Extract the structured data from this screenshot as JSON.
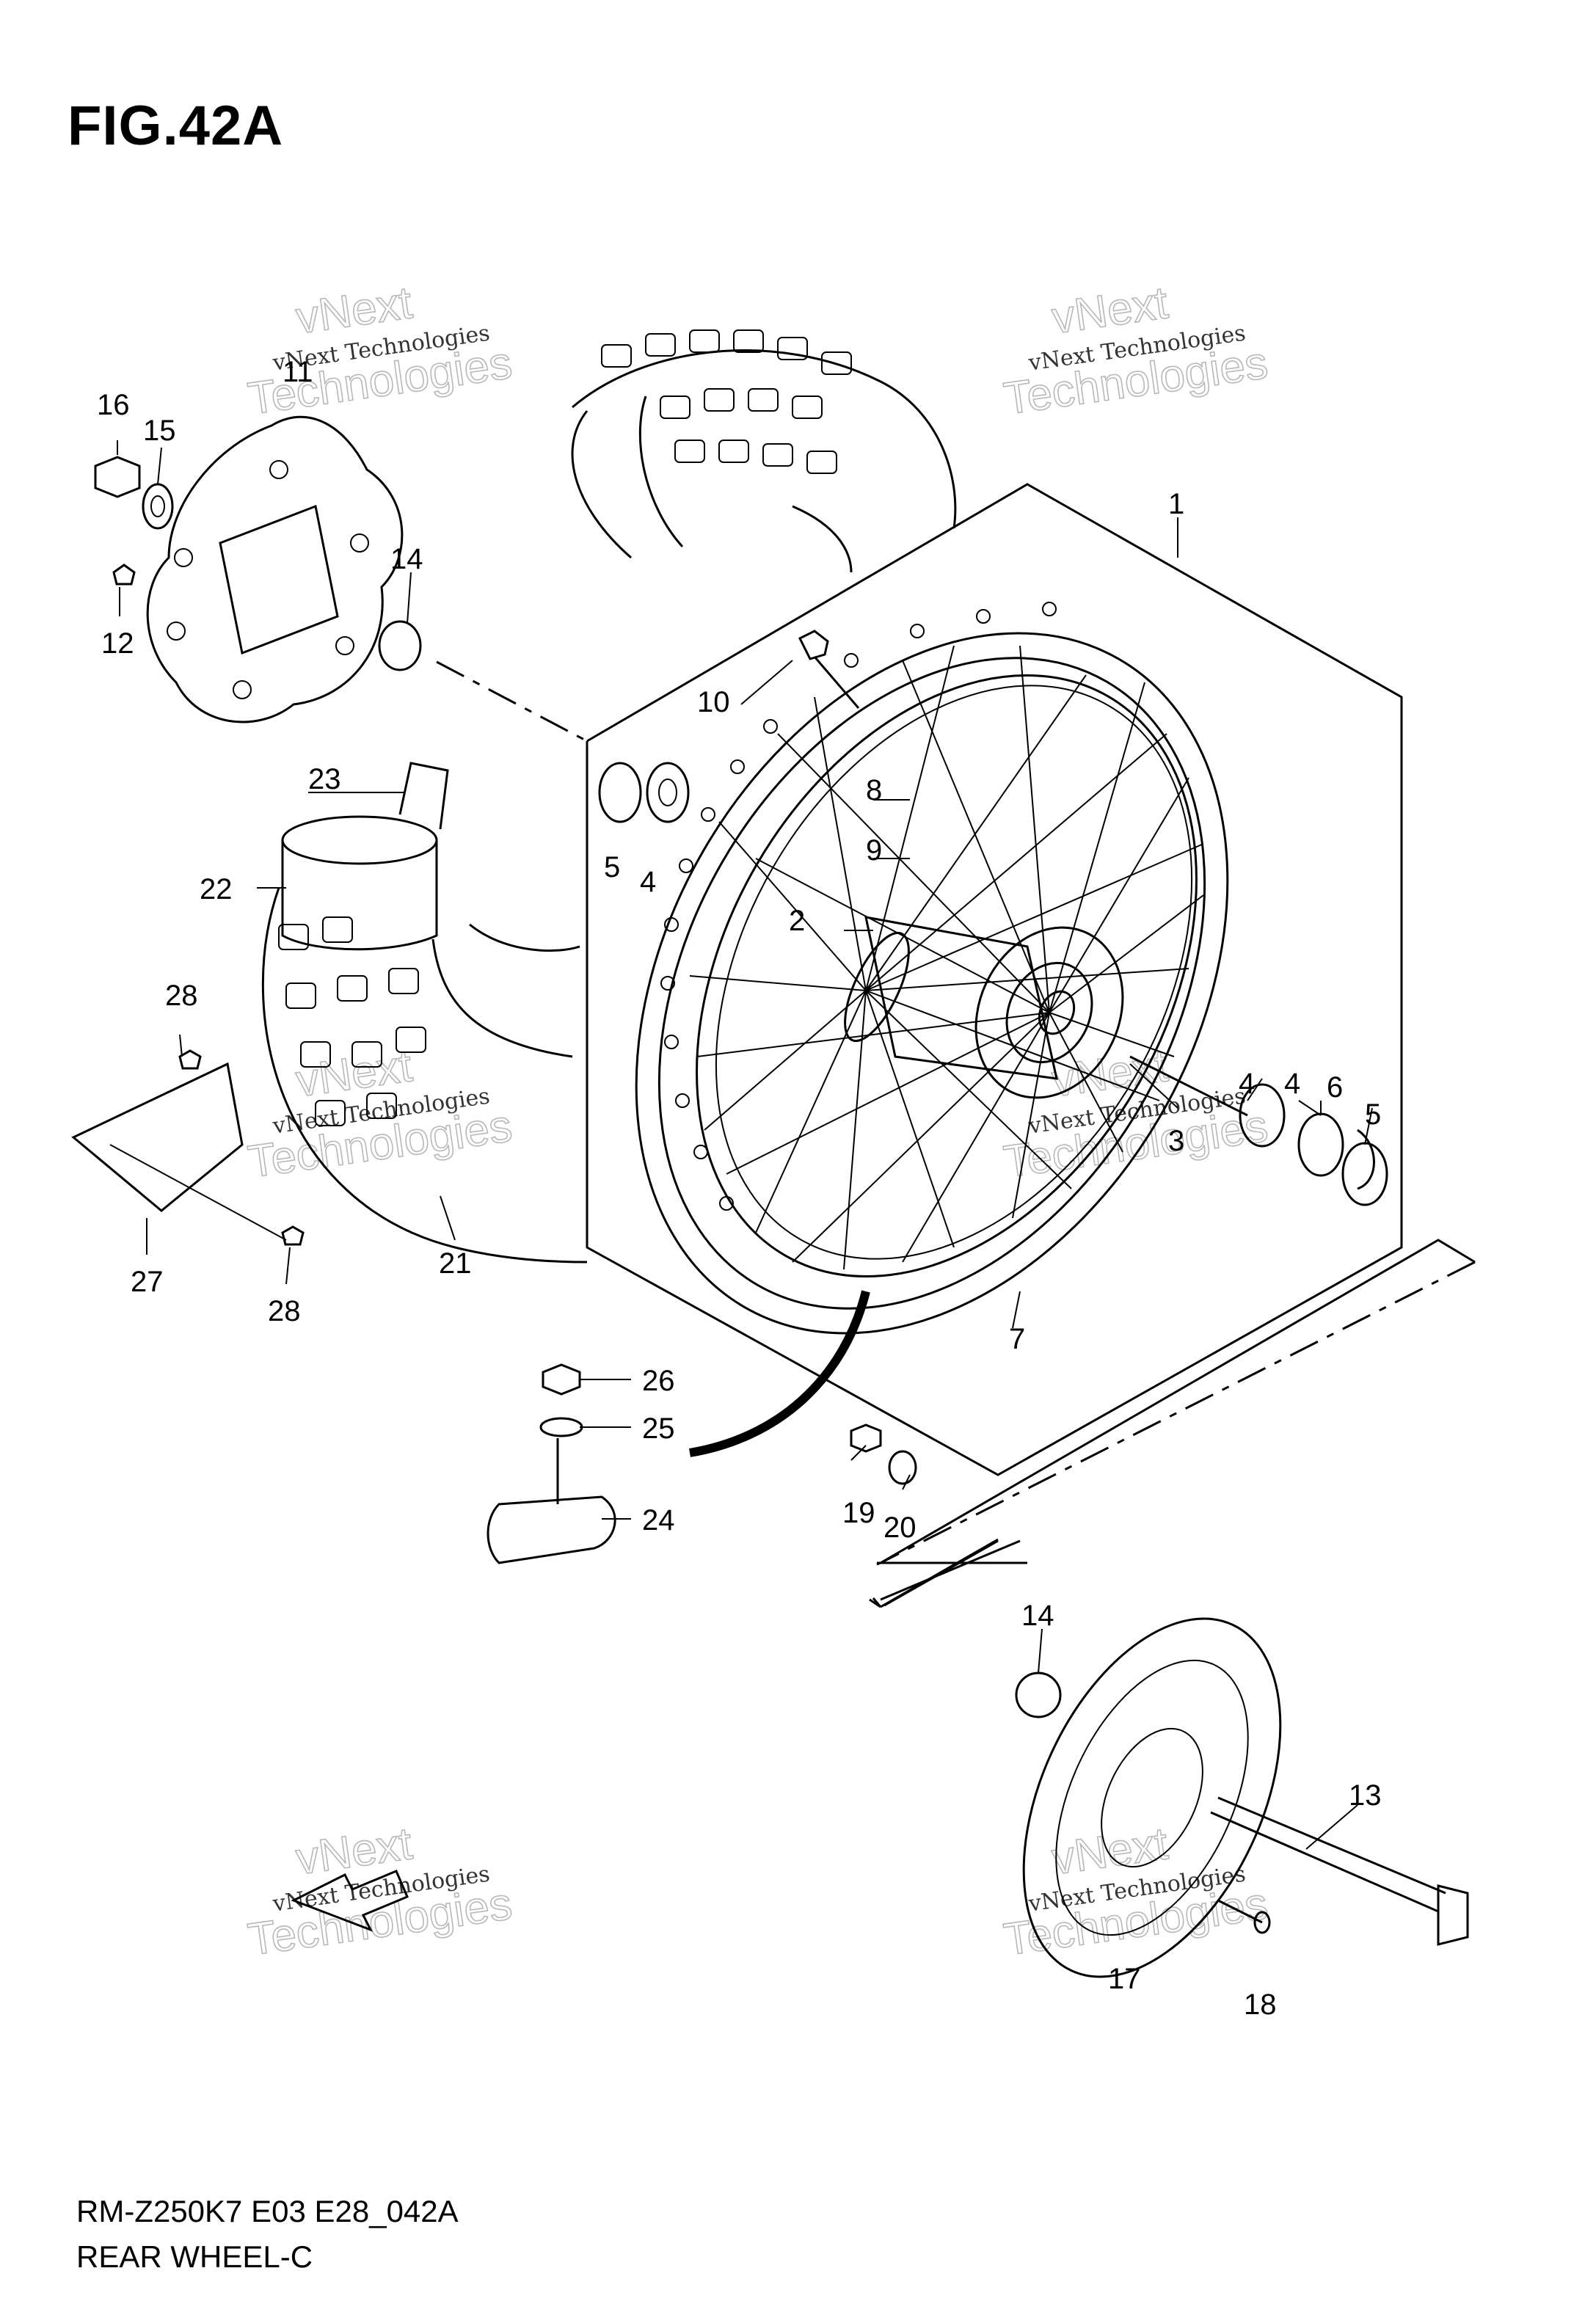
{
  "figure": {
    "title": "FIG.42A",
    "model_code": "RM-Z250K7 E03 E28_042A",
    "section_name": "REAR WHEEL-C"
  },
  "callouts": [
    {
      "id": "c1",
      "text": "1"
    },
    {
      "id": "c2",
      "text": "2"
    },
    {
      "id": "c3",
      "text": "3"
    },
    {
      "id": "c4a",
      "text": "4"
    },
    {
      "id": "c4b",
      "text": "4"
    },
    {
      "id": "c4c",
      "text": "4"
    },
    {
      "id": "c5a",
      "text": "5"
    },
    {
      "id": "c5b",
      "text": "5"
    },
    {
      "id": "c6",
      "text": "6"
    },
    {
      "id": "c7",
      "text": "7"
    },
    {
      "id": "c8",
      "text": "8"
    },
    {
      "id": "c9",
      "text": "9"
    },
    {
      "id": "c10",
      "text": "10"
    },
    {
      "id": "c11",
      "text": "11"
    },
    {
      "id": "c12",
      "text": "12"
    },
    {
      "id": "c13",
      "text": "13"
    },
    {
      "id": "c14a",
      "text": "14"
    },
    {
      "id": "c14b",
      "text": "14"
    },
    {
      "id": "c15",
      "text": "15"
    },
    {
      "id": "c16",
      "text": "16"
    },
    {
      "id": "c17",
      "text": "17"
    },
    {
      "id": "c18",
      "text": "18"
    },
    {
      "id": "c19",
      "text": "19"
    },
    {
      "id": "c20",
      "text": "20"
    },
    {
      "id": "c21",
      "text": "21"
    },
    {
      "id": "c22",
      "text": "22"
    },
    {
      "id": "c23",
      "text": "23"
    },
    {
      "id": "c24",
      "text": "24"
    },
    {
      "id": "c25",
      "text": "25"
    },
    {
      "id": "c26",
      "text": "26"
    },
    {
      "id": "c27",
      "text": "27"
    },
    {
      "id": "c28a",
      "text": "28"
    },
    {
      "id": "c28b",
      "text": "28"
    }
  ],
  "watermark": {
    "line1": "vNext Technologies",
    "line2": "vNext",
    "line3": "Technologies"
  }
}
